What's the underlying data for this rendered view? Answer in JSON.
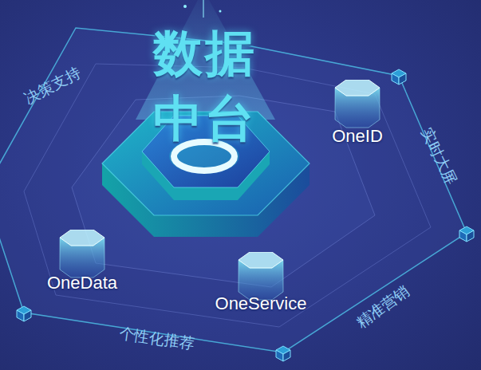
{
  "diagram": {
    "nodes": [
      {
        "text": [
          "数据 中台"
        ]
      },
      {
        "text": [
          "OneID"
        ]
      },
      {
        "text": [
          "OneData"
        ]
      },
      {
        "text": [
          "OneService"
        ]
      }
    ],
    "labels": [
      "决策支持",
      "实时大屏",
      "精准营销",
      "个性化推荐"
    ]
  }
}
